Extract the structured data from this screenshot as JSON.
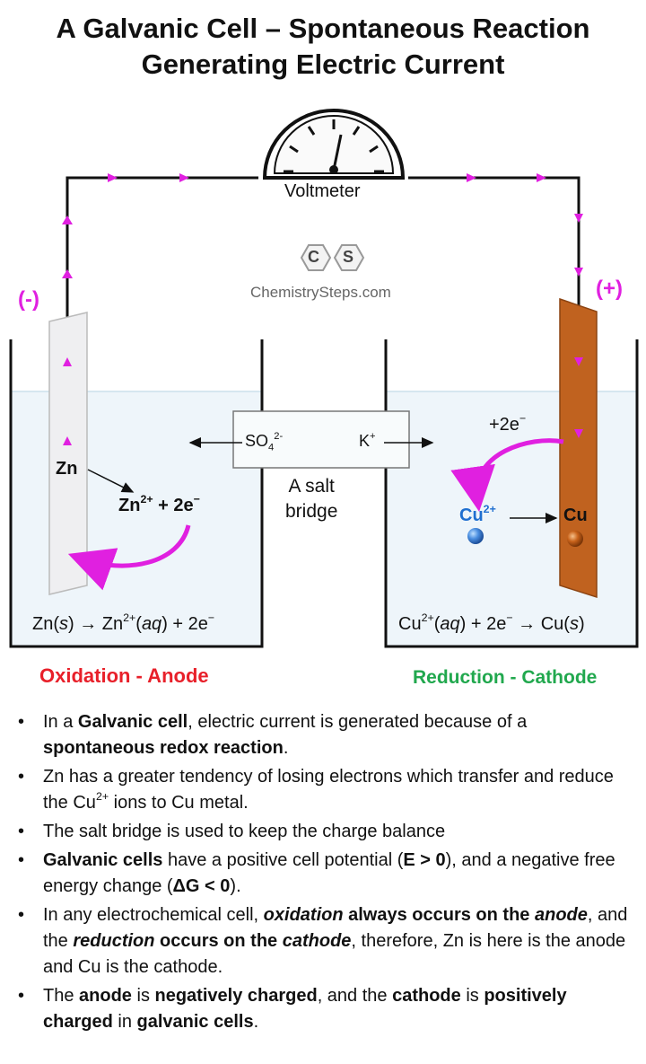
{
  "title_line1": "A Galvanic Cell – Spontaneous Reaction",
  "title_line2": "Generating Electric Current",
  "voltmeter_label": "Voltmeter",
  "logo_letters": [
    "C",
    "S"
  ],
  "site": "ChemistrySteps.com",
  "anode_sign": "(-)",
  "cathode_sign": "(+)",
  "salt_bridge": {
    "anion": "SO",
    "anion_sub": "4",
    "anion_sup": "2-",
    "cation": "K",
    "cation_sup": "+",
    "label_line1": "A salt",
    "label_line2": "bridge"
  },
  "left": {
    "metal": "Zn",
    "ion": "Zn",
    "ion_sup": "2+",
    "ion_rest": " + 2e",
    "ion_minus": "−",
    "eq_a": "Zn(",
    "eq_s": "s",
    "eq_b": ") → Zn",
    "eq_sup": "2+",
    "eq_c": "(",
    "eq_aq": "aq",
    "eq_d": ") + 2e",
    "eq_minus": "−",
    "caption": "Oxidation - Anode"
  },
  "right": {
    "electrons": "+2e",
    "electrons_minus": "−",
    "ion": "Cu",
    "ion_sup": "2+",
    "metal": "Cu",
    "eq_a": "Cu",
    "eq_sup": "2+",
    "eq_b": "(",
    "eq_aq": "aq",
    "eq_c": ") + 2e",
    "eq_minus": "−",
    "eq_d": " → Cu(",
    "eq_s": "s",
    "eq_e": ")",
    "caption": "Reduction - Cathode"
  },
  "colors": {
    "arrow": "#e020e0",
    "anode_caption": "#e8202a",
    "cathode_caption": "#21a84e",
    "copper": "#c0621f",
    "cu_ion": "#1f6fd0",
    "solution": "#eef5fa"
  },
  "bullets": [
    {
      "b1_a": "In a ",
      "b1_b": "Galvanic cell",
      "b1_c": ", electric current is generated because of a ",
      "b1_d": "spontaneous redox reaction",
      "b1_e": "."
    },
    {
      "b2_a": "Zn has a greater tendency of losing electrons which transfer and reduce the Cu",
      "b2_sup": "2+",
      "b2_b": " ions to Cu metal."
    },
    {
      "b3_a": "The salt bridge is used to keep the charge balance"
    },
    {
      "b4_a": "Galvanic cells",
      "b4_b": " have a positive cell potential (",
      "b4_c": "E > 0",
      "b4_d": "), and a negative free energy change (",
      "b4_e": "ΔG < 0",
      "b4_f": ")."
    },
    {
      "b5_a": "In any electrochemical cell, ",
      "b5_b": "oxidation",
      "b5_c": " always occurs on the ",
      "b5_d": "anode",
      "b5_e": ", and the ",
      "b5_f": "reduction",
      "b5_g": " occurs on the ",
      "b5_h": "cathode",
      "b5_i": ", therefore, Zn is here is the anode and Cu is the cathode."
    },
    {
      "b6_a": "The ",
      "b6_b": "anode",
      "b6_c": " is ",
      "b6_d": "negatively charged",
      "b6_e": ", and the ",
      "b6_f": "cathode",
      "b6_g": " is ",
      "b6_h": "positively charged",
      "b6_i": " in ",
      "b6_j": "galvanic cells",
      "b6_k": "."
    }
  ]
}
